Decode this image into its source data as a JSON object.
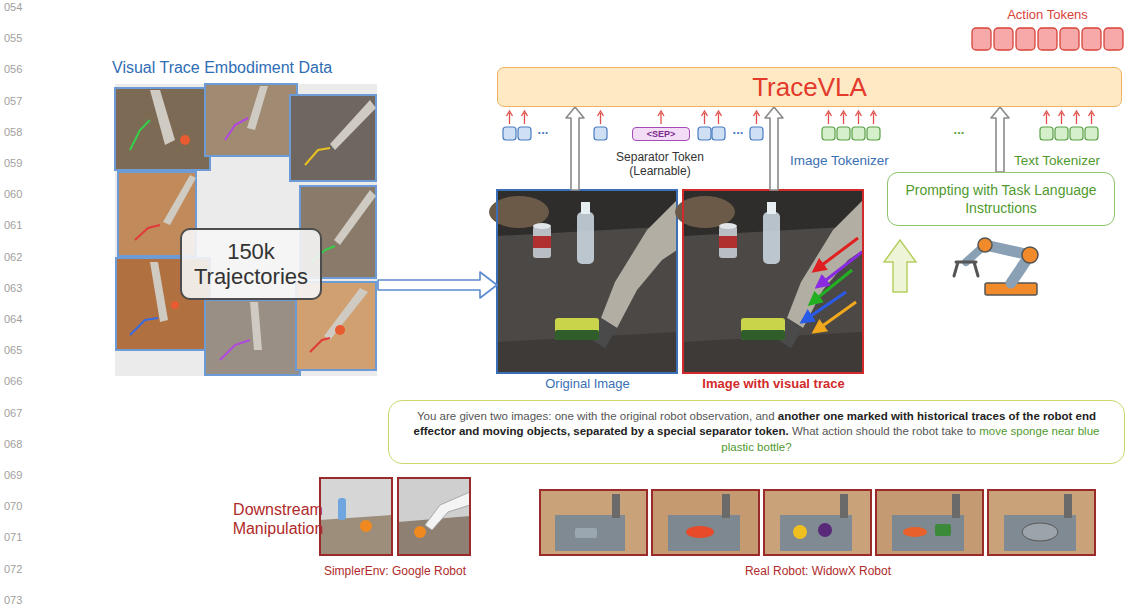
{
  "diagram": {
    "nodes": [
      {
        "text": [
          "Visual Trace Embodiment Data"
        ]
      },
      {
        "text": [
          "150k Trajectories"
        ],
        "in": 0
      },
      {
        "text": [
          "TraceVLA"
        ]
      },
      {
        "text": [
          "<SEP>"
        ]
      },
      {
        "text": [
          "Original Image"
        ]
      },
      {
        "text": [
          "Image with visual trace"
        ]
      },
      {
        "text": [
          "Prompting with Task Language Instructions"
        ]
      },
      {
        "text": [
          "You are given two images: one with the original robot observation, and",
          "another one marked with historical traces of the robot end effector and moving objects, separated by a special separator token.",
          "What action should the robot take to",
          "move sponge near blue plastic bottle?"
        ]
      },
      {
        "text": [
          "SimplerEnv: Google Robot"
        ]
      },
      {
        "text": [
          "Real Robot: WidowX Robot"
        ]
      }
    ],
    "edges": [
      {
        "from": 0,
        "to": 4,
        "arrow": "to"
      },
      {
        "from": 4,
        "to": 2,
        "arrow": "to"
      },
      {
        "from": 5,
        "to": 2,
        "arrow": "to"
      },
      {
        "from": 6,
        "to": 2,
        "arrow": "to"
      }
    ],
    "labels": [
      "054",
      "055",
      "056",
      "057",
      "058",
      "059",
      "060",
      "061",
      "062",
      "063",
      "064",
      "065",
      "066",
      "067",
      "068",
      "069",
      "070",
      "071",
      "072",
      "073",
      "Action Tokens",
      "...",
      "Separator Token (Learnable)",
      "...",
      "Image Tokenizer",
      "...",
      "Text Tokenizer",
      "Downstream Manipulation"
    ]
  }
}
